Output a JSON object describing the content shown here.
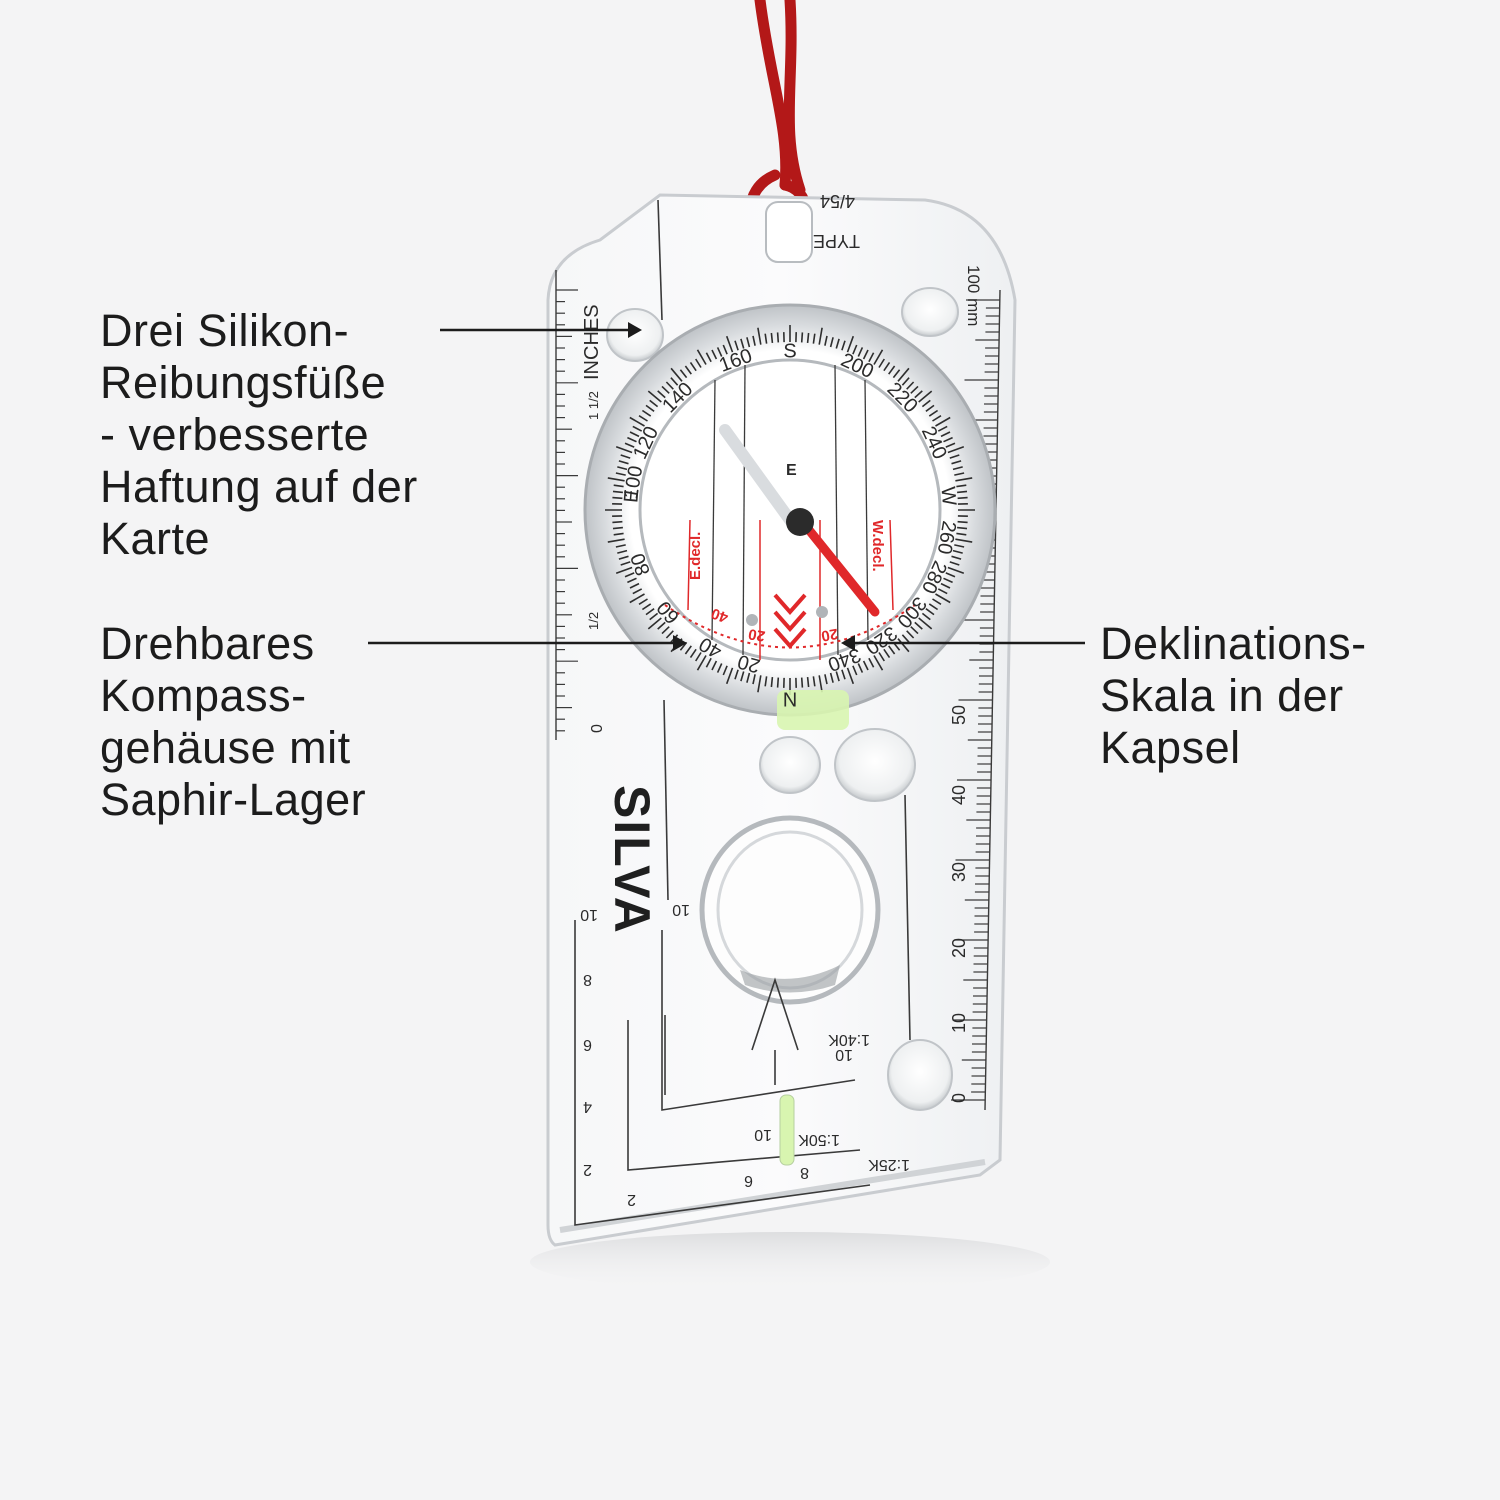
{
  "callouts": {
    "feet": {
      "lines": [
        "Drei Silikon-",
        "Reibungsfüße",
        "- verbesserte",
        "Haftung auf der",
        "Karte"
      ]
    },
    "housing": {
      "lines": [
        "Drehbares",
        "Kompass-",
        "gehäuse mit",
        "Saphir-Lager"
      ]
    },
    "declination": {
      "lines": [
        "Deklinations-",
        "Skala in der",
        "Kapsel"
      ]
    }
  },
  "compass": {
    "brand": "SILVA",
    "type_label": "TYPE",
    "type_number": "4/54",
    "inches_label": "INCHES",
    "inch_marks": [
      "1 1/2",
      "1/2",
      "0"
    ],
    "mm_label": "100 mm",
    "mm_marks": [
      "50",
      "40",
      "30",
      "20",
      "10",
      "0"
    ],
    "bezel_labels": [
      "S",
      "160",
      "200",
      "140",
      "220",
      "120",
      "240",
      "100",
      "E",
      "W",
      "260",
      "280",
      "80",
      "300",
      "60",
      "320",
      "40",
      "340",
      "20",
      "N"
    ],
    "capsule": {
      "e_decl": "E.decl.",
      "w_decl": "W.decl.",
      "e_mark": "E",
      "decl_marks": [
        "40",
        "20",
        "20",
        "40"
      ]
    },
    "scales": {
      "s40k": "1:40K",
      "s50k": "1:50K",
      "s25k": "1:25K",
      "values_10": "10",
      "values_8": "8",
      "values_6": "6",
      "values_4": "4",
      "values_2": "2"
    },
    "colors": {
      "lanyard": "#b31818",
      "needle_red": "#e0282a",
      "glow": "#d8f5b0"
    }
  }
}
